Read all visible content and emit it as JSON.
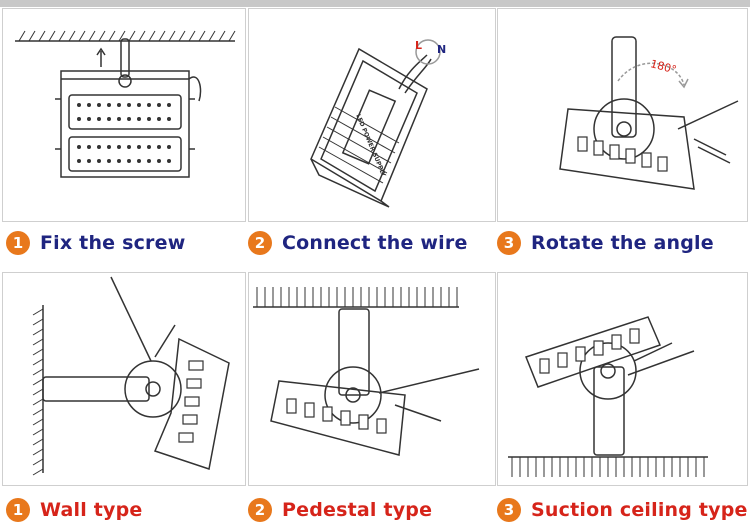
{
  "colors": {
    "badge": "#e8781c",
    "step_text": "#1f2580",
    "type_text": "#d6241a",
    "line": "#333333",
    "panel_border": "#cfcfcf"
  },
  "steps": [
    {
      "number": "1",
      "label": "Fix the screw"
    },
    {
      "number": "2",
      "label": "Connect the wire"
    },
    {
      "number": "3",
      "label": "Rotate the angle"
    }
  ],
  "types": [
    {
      "number": "1",
      "label": "Wall type"
    },
    {
      "number": "2",
      "label": "Pedestal type"
    },
    {
      "number": "3",
      "label": "Suction ceiling type"
    }
  ],
  "wire_labels": {
    "live": "L",
    "neutral": "N"
  },
  "rotation_label": "180°",
  "power_supply_label": "LED POWER SUPPLY"
}
